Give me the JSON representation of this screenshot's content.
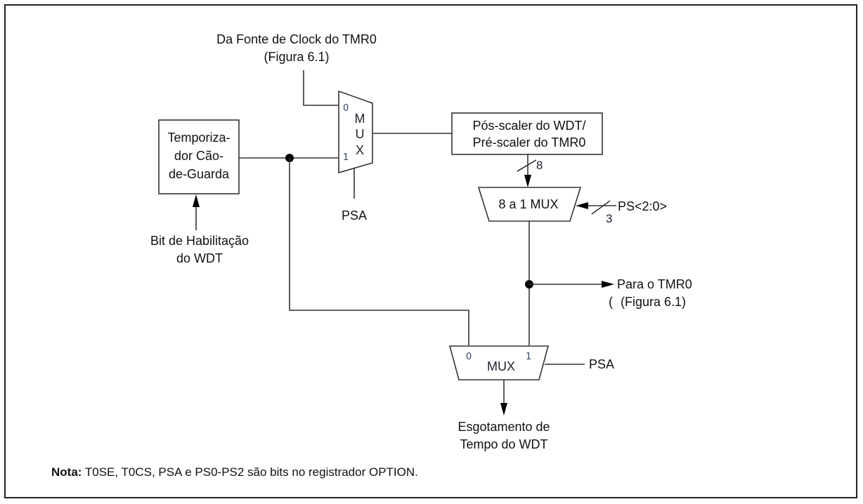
{
  "diagram": {
    "title": "Diagrama de blocos do Temporizador Cão-de-Guarda (WDT) e Prescaler",
    "clock_source": {
      "line1": "Da Fonte de Clock do TMR0",
      "line2": "(Figura 6.1)"
    },
    "wdt_timer": {
      "line1": "Temporiza-",
      "line2": "dor Cão-",
      "line3": "de-Guarda"
    },
    "wdt_enable": {
      "line1": "Bit de Habilitação",
      "line2": "do WDT"
    },
    "mux_top": {
      "letters": [
        "M",
        "U",
        "X"
      ],
      "pin0": "0",
      "pin1": "1",
      "select": "PSA"
    },
    "prescaler": {
      "line1": "Pós-scaler do WDT/",
      "line2": "Pré-scaler do TMR0"
    },
    "bus_prescaler": "8",
    "mux_8to1": {
      "label": "8 a 1 MUX",
      "select_label": "PS<2:0>",
      "select_width": "3"
    },
    "to_tmr0": {
      "line1": "Para o TMR0",
      "line2": "(Figura 6.1)",
      "stray_mark": "("
    },
    "mux_bottom": {
      "label": "MUX",
      "pin0": "0",
      "pin1": "1",
      "select": "PSA"
    },
    "output": {
      "line1": "Esgotamento de",
      "line2": "Tempo do WDT"
    },
    "note": {
      "bold": "Nota:",
      "text": " T0SE, T0CS, PSA e PS0-PS2 são bits no registrador OPTION."
    },
    "colors": {
      "line": "#333333",
      "text": "#111111",
      "pin_text": "#334466",
      "background": "#ffffff"
    }
  }
}
